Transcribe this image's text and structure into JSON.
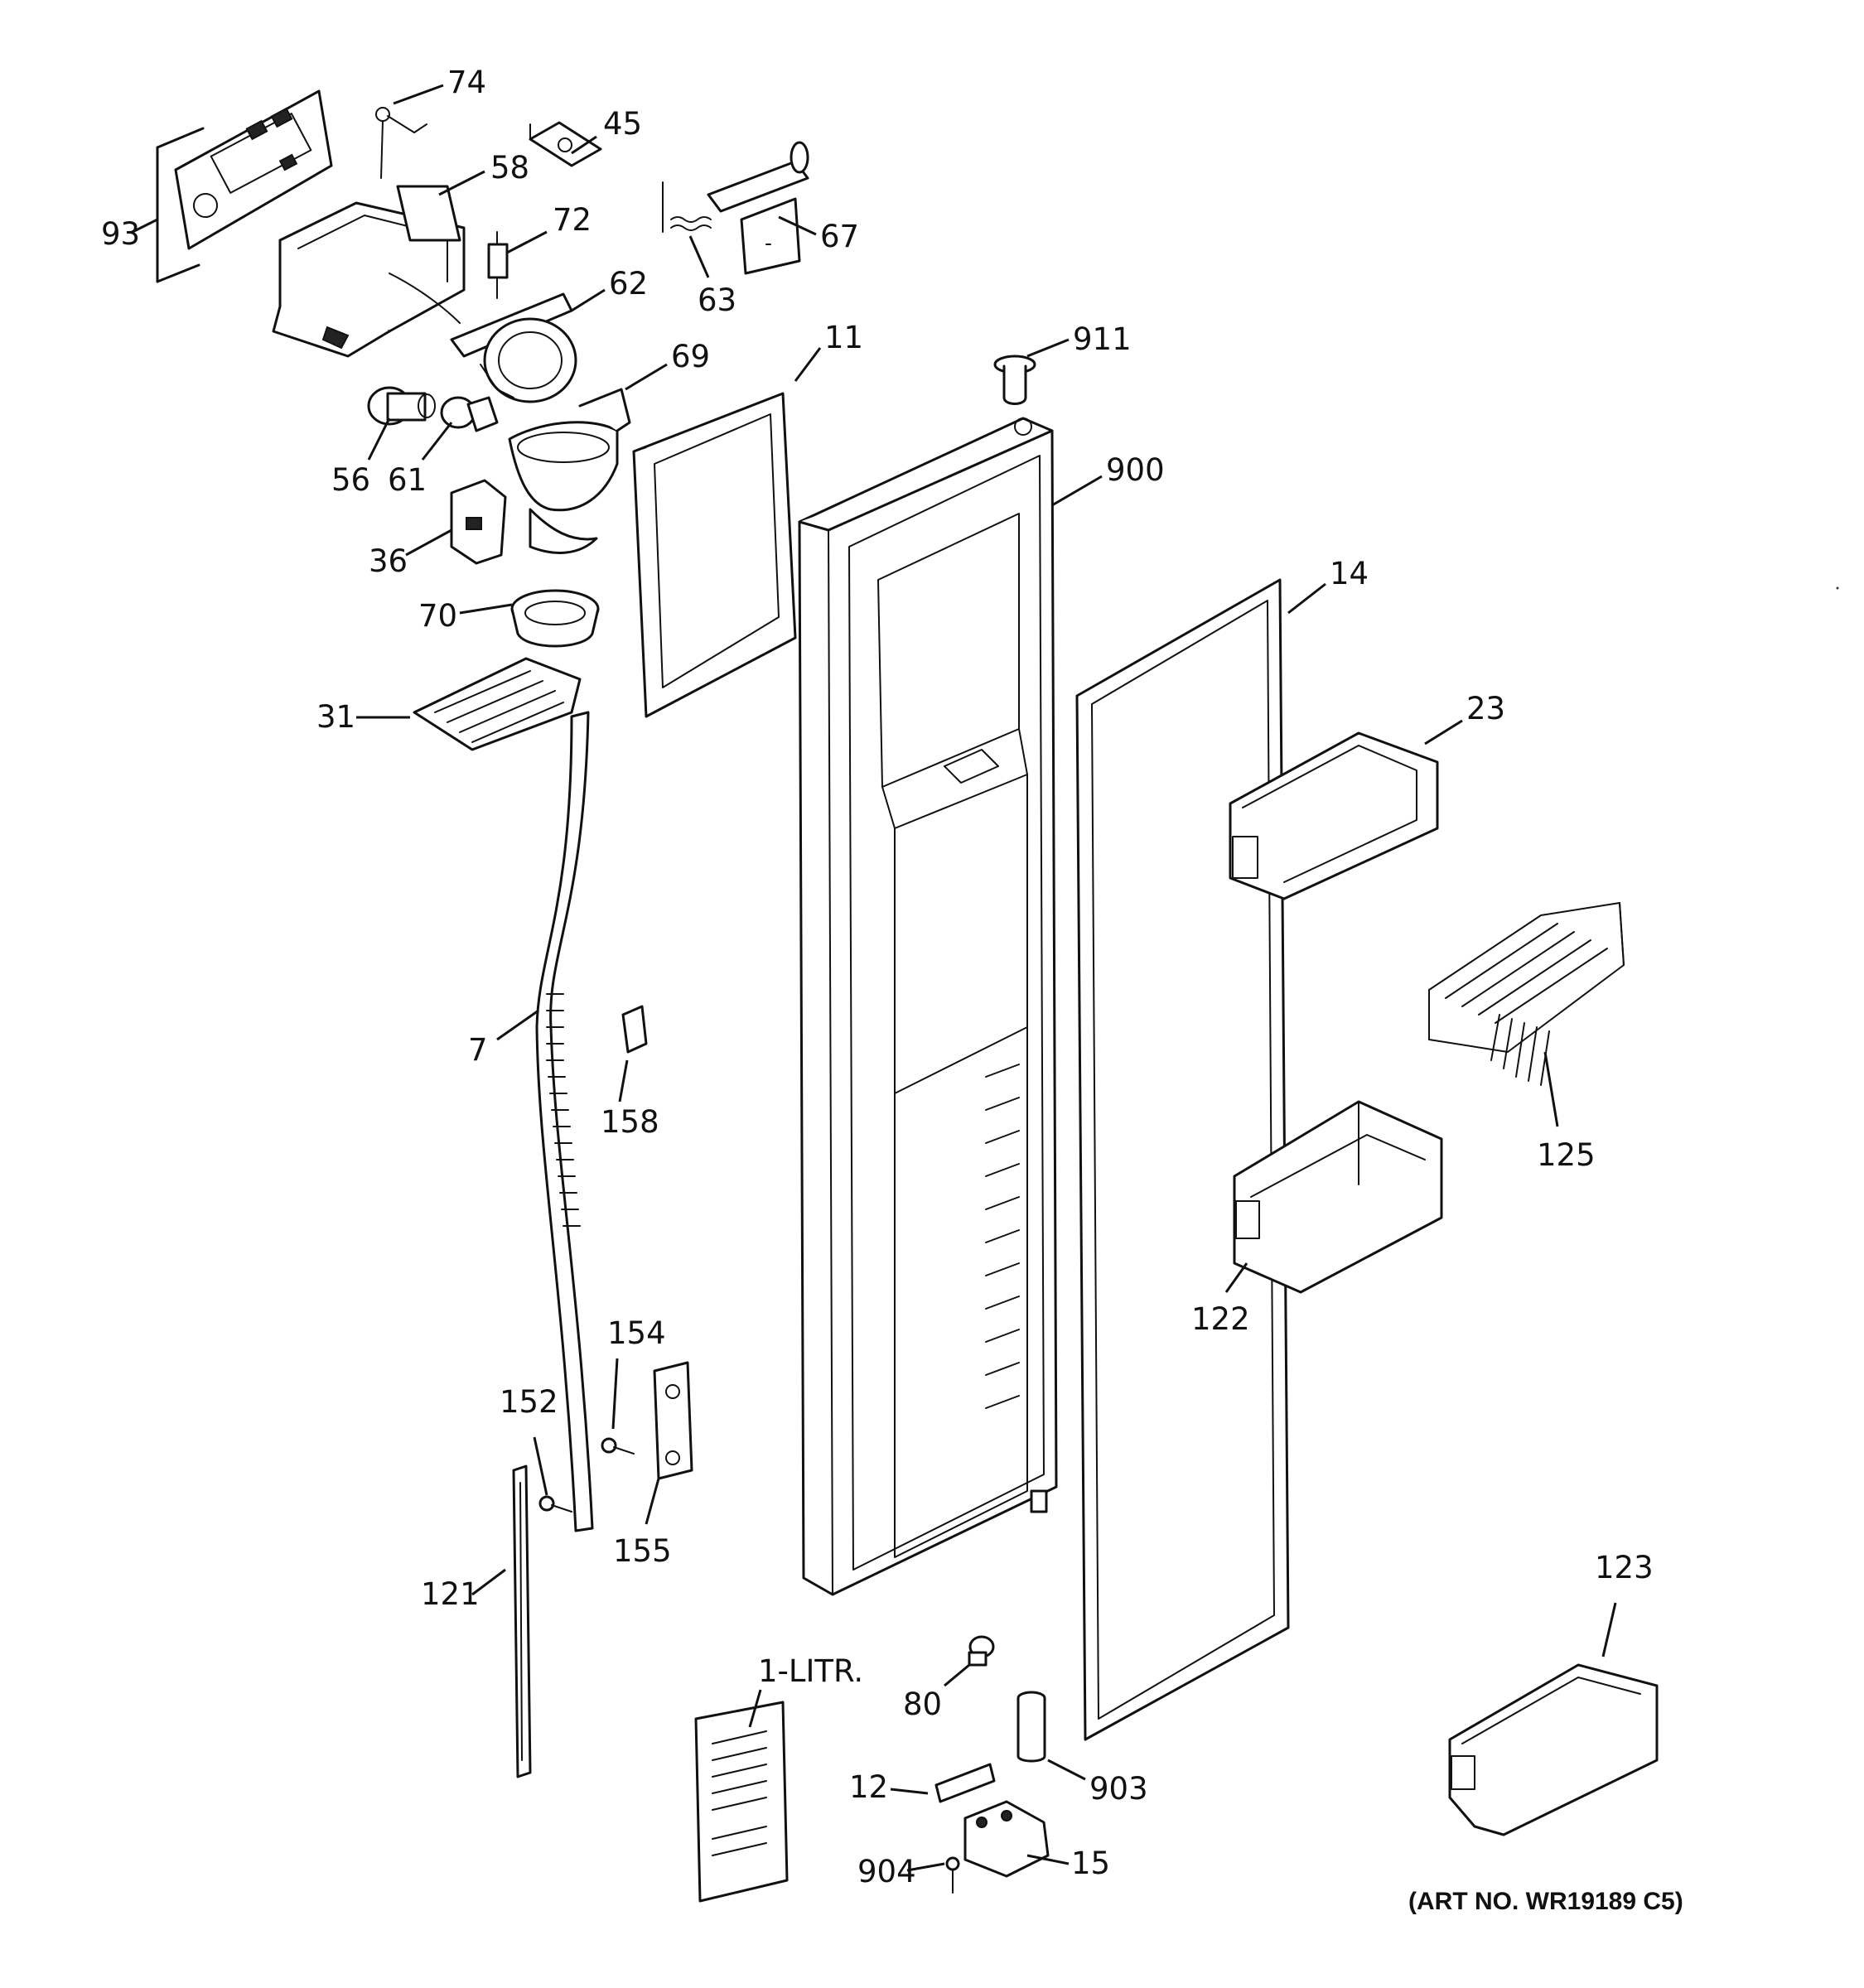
{
  "callouts": {
    "c74": "74",
    "c45": "45",
    "c58": "58",
    "c93": "93",
    "c72": "72",
    "c67": "67",
    "c63": "63",
    "c62": "62",
    "c11": "11",
    "c911": "911",
    "c69": "69",
    "c56": "56",
    "c61": "61",
    "c900": "900",
    "c36": "36",
    "c14": "14",
    "c70": "70",
    "c23": "23",
    "c31": "31",
    "c7": "7",
    "c158": "158",
    "c125": "125",
    "c122": "122",
    "c154": "154",
    "c152": "152",
    "c155": "155",
    "c121": "121",
    "c123": "123",
    "c80": "80",
    "c1litr": "1-LITR.",
    "c903": "903",
    "c12": "12",
    "c15": "15",
    "c904": "904"
  },
  "art_number": "(ART NO. WR19189 C5)"
}
